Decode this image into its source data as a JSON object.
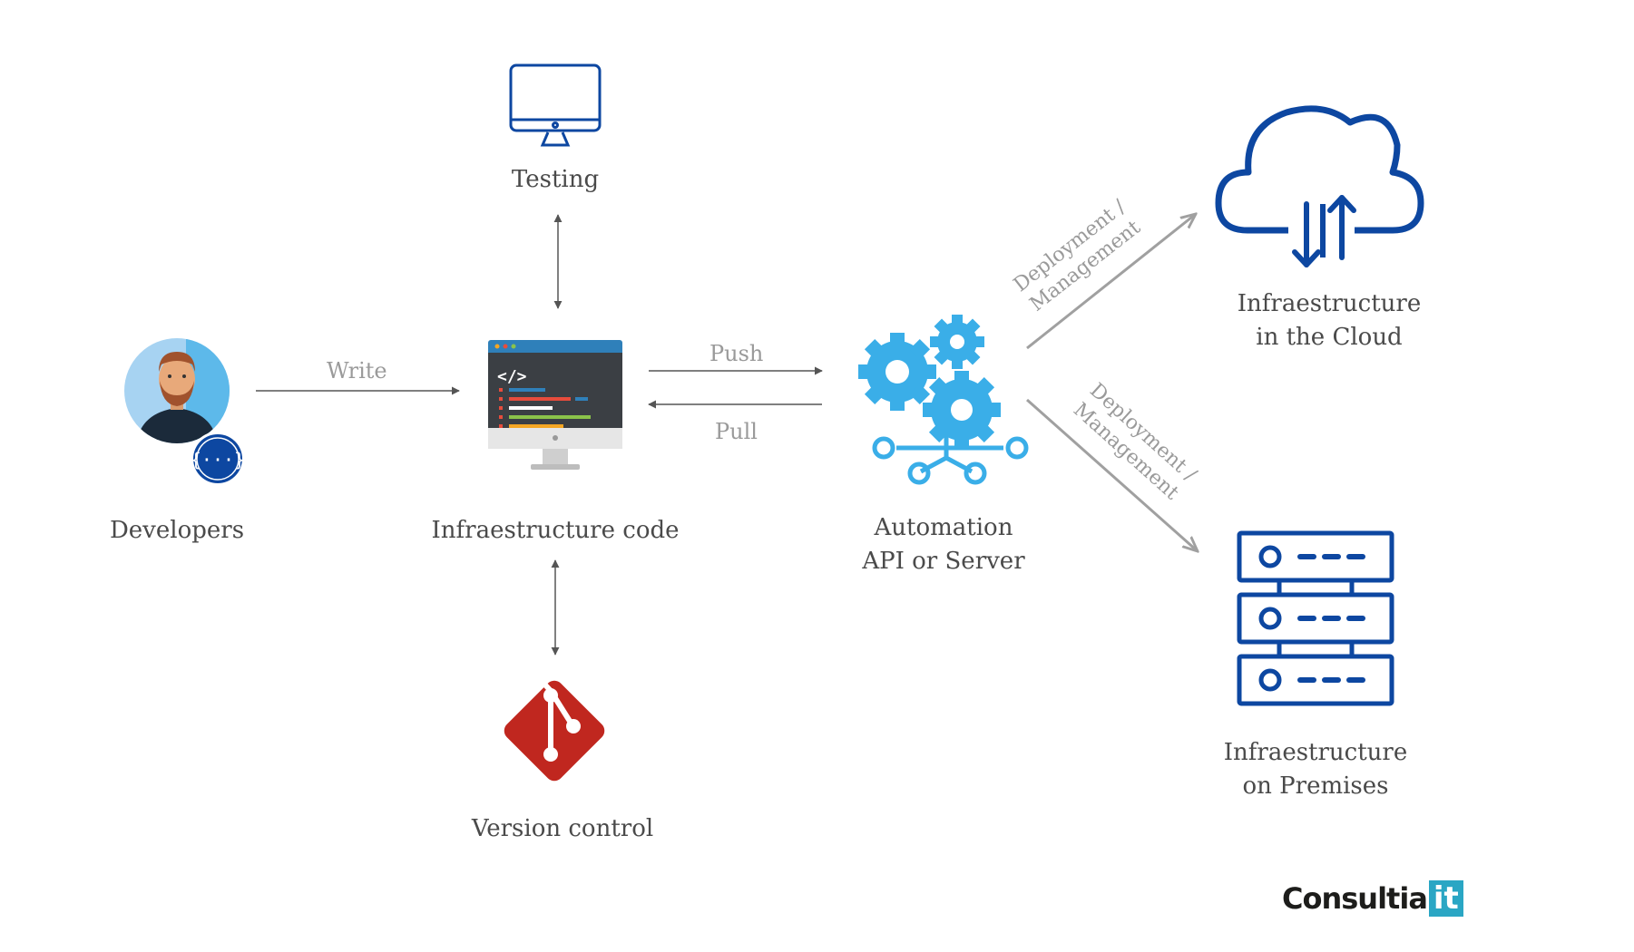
{
  "nodes": {
    "testing": {
      "label": "Testing",
      "icon": "monitor-icon"
    },
    "developers": {
      "label": "Developers",
      "icon": "developer-avatar-icon"
    },
    "infra_code": {
      "label": "Infraestructure code",
      "icon": "code-editor-icon"
    },
    "version_control": {
      "label": "Version control",
      "icon": "git-icon"
    },
    "automation": {
      "line1": "Automation",
      "line2": "API or Server",
      "icon": "gears-network-icon"
    },
    "cloud": {
      "line1": "Infraestructure",
      "line2": "in the Cloud",
      "icon": "cloud-sync-icon"
    },
    "premises": {
      "line1": "Infraestructure",
      "line2": "on Premises",
      "icon": "server-rack-icon"
    }
  },
  "edges": {
    "write": "Write",
    "push": "Push",
    "pull": "Pull",
    "deploy_cloud": {
      "line1": "Deployment /",
      "line2": "Management"
    },
    "deploy_premises": {
      "line1": "Deployment /",
      "line2": "Management"
    }
  },
  "brand": {
    "name": "Consultia",
    "suffix": "it"
  },
  "colors": {
    "dark_blue": "#0d47a1",
    "light_blue": "#3aaee8",
    "git_red": "#c0271f",
    "text": "#4a4a4a",
    "edge_text": "#9a9a9a",
    "brand_accent": "#2aa6c4"
  }
}
